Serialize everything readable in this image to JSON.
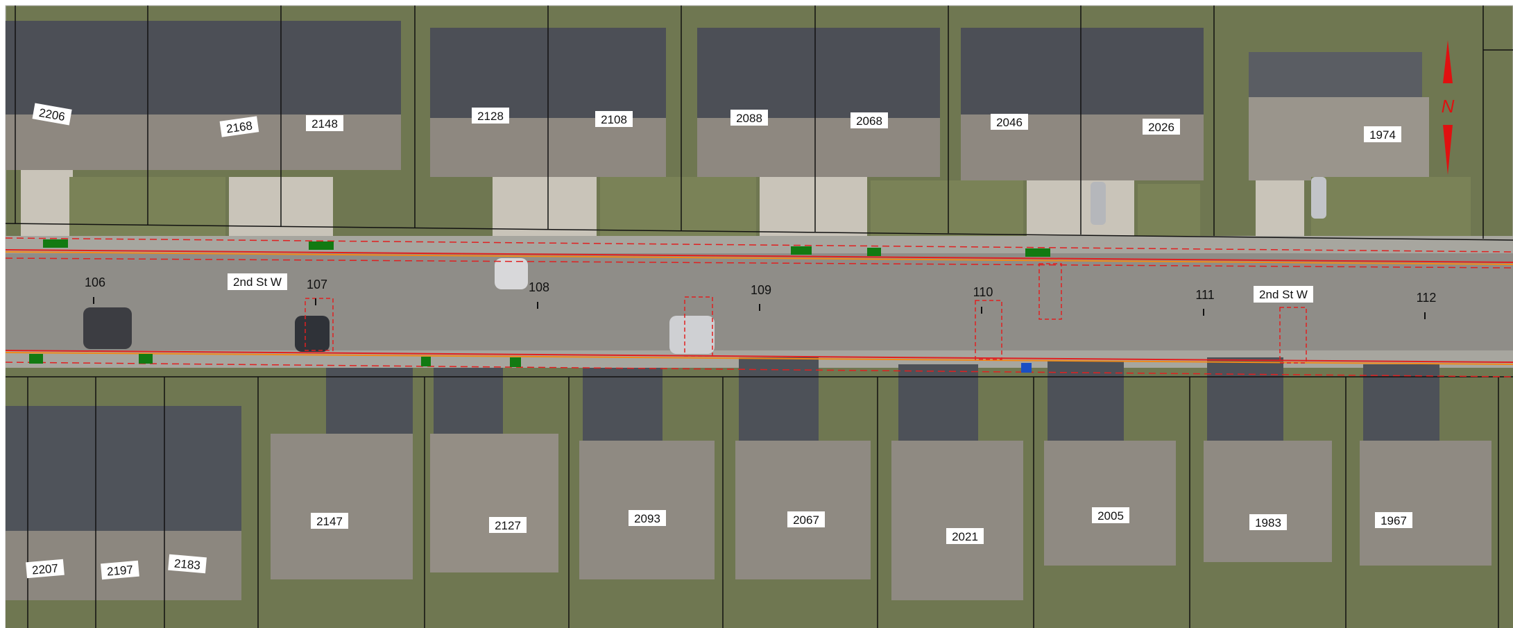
{
  "map": {
    "north_arrow_label": "N",
    "street_labels": [
      "2nd St W",
      "2nd St W"
    ],
    "stations": [
      "106",
      "107",
      "108",
      "109",
      "110",
      "111",
      "112"
    ],
    "north_addresses": [
      "2206",
      "2168",
      "2148",
      "2128",
      "2108",
      "2088",
      "2068",
      "2046",
      "2026",
      "1974"
    ],
    "south_addresses": [
      "2207",
      "2197",
      "2183",
      "2147",
      "2127",
      "2093",
      "2067",
      "2021",
      "2005",
      "1983",
      "1967"
    ],
    "colors": {
      "road": "#8f8d88",
      "boulevard": "#a7a69f",
      "grass": "#6f7751",
      "roof_dark": "#4c4f56",
      "roof_light": "#8e8880",
      "driveway": "#c9c4b9",
      "parcel_line": "#111111",
      "row_line": "#e02020",
      "curb_line": "#f08a1a",
      "marker_green": "#127a12",
      "marker_blue": "#1a4fc4",
      "north_arrow": "#e01010"
    }
  }
}
